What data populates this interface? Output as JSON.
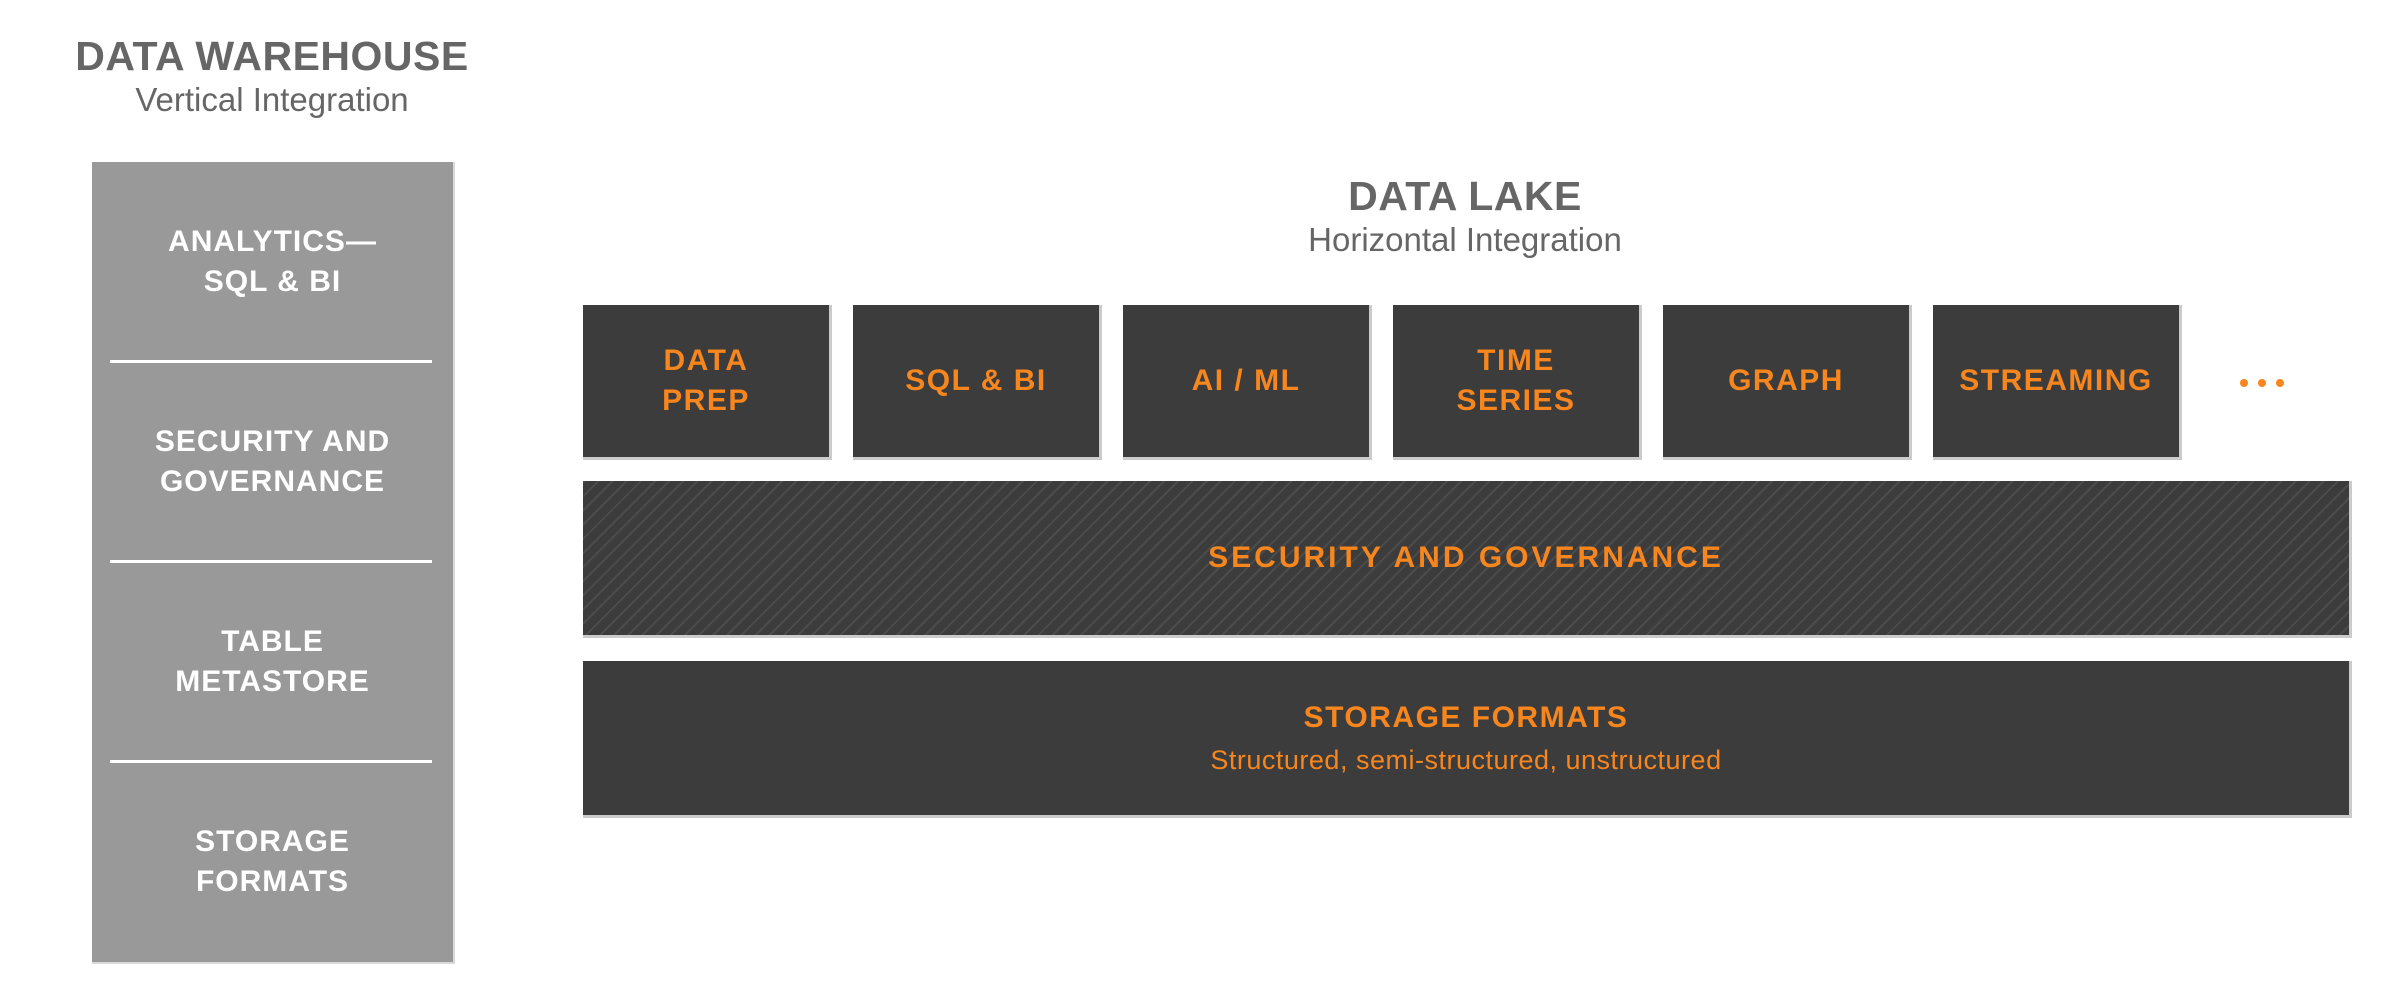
{
  "colors": {
    "background": "#FFFFFF",
    "heading_gray": "#666666",
    "sidebar_gray": "#999999",
    "box_dark": "#3C3C3C",
    "hatch_line": "#4C4C4C",
    "accent_orange": "#F6861D",
    "divider_white": "#FFFFFF",
    "edge_shadow": "#CBCBCB"
  },
  "warehouse": {
    "title": "DATA WAREHOUSE",
    "subtitle": "Vertical Integration",
    "layers": [
      {
        "label": "ANALYTICS—\nSQL & BI"
      },
      {
        "label": "SECURITY AND\nGOVERNANCE"
      },
      {
        "label": "TABLE\nMETASTORE"
      },
      {
        "label": "STORAGE\nFORMATS"
      }
    ]
  },
  "lake": {
    "title": "DATA LAKE",
    "subtitle": "Horizontal Integration",
    "engines": [
      {
        "label": "DATA\nPREP"
      },
      {
        "label": "SQL & BI"
      },
      {
        "label": "AI / ML"
      },
      {
        "label": "TIME\nSERIES"
      },
      {
        "label": "GRAPH"
      },
      {
        "label": "STREAMING"
      }
    ],
    "more_engines_indicator": "ellipsis (three orange dots)",
    "bands": [
      {
        "label": "SECURITY AND GOVERNANCE",
        "hatched": true
      },
      {
        "label": "STORAGE FORMATS",
        "sublabel": "Structured, semi-structured, unstructured",
        "hatched": false
      }
    ]
  }
}
